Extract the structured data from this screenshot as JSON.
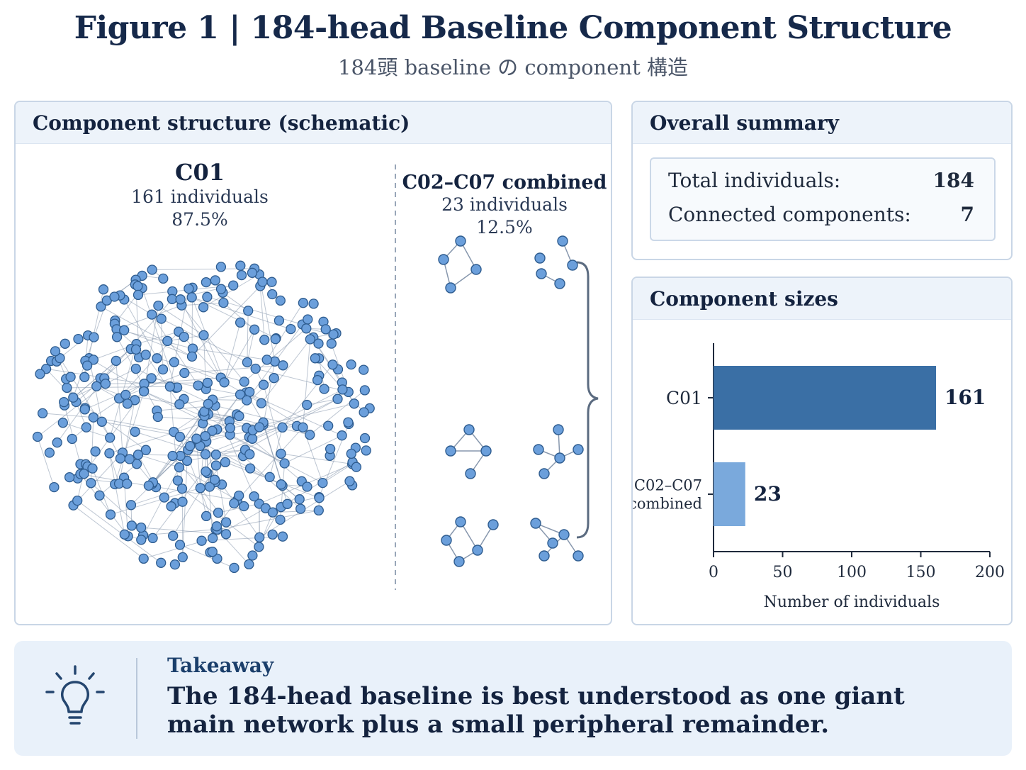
{
  "figure": {
    "title": "Figure 1 | 184-head Baseline Component Structure",
    "subtitle": "184頭 baseline の component 構造"
  },
  "structure_panel": {
    "heading": "Component structure (schematic)",
    "main": {
      "name": "C01",
      "count_text": "161 individuals",
      "pct_text": "87.5%"
    },
    "rest": {
      "name": "C02–C07 combined",
      "count_text": "23 individuals",
      "pct_text": "12.5%"
    }
  },
  "summary_panel": {
    "heading": "Overall summary",
    "rows": [
      {
        "label": "Total individuals:",
        "value": "184"
      },
      {
        "label": "Connected components:",
        "value": "7"
      }
    ]
  },
  "sizes_panel": {
    "heading": "Component sizes"
  },
  "chart_data": {
    "type": "bar",
    "orientation": "horizontal",
    "categories": [
      "C01",
      "C02–C07 combined"
    ],
    "values": [
      161,
      23
    ],
    "colors": [
      "#3a6fa5",
      "#7aa9dc"
    ],
    "title": "Component sizes",
    "xlabel": "Number of individuals",
    "ylabel": "",
    "xlim": [
      0,
      200
    ],
    "xticks": [
      0,
      50,
      100,
      150,
      200
    ],
    "grid": false
  },
  "takeaway": {
    "label": "Takeaway",
    "text": "The 184-head baseline is best understood as one giant main network plus a small peripheral remainder."
  },
  "colors": {
    "node_fill": "#6b9fdb",
    "node_stroke": "#2e5c8f",
    "edge": "#8797ad",
    "accent": "#16294a"
  },
  "icons": {
    "takeaway": "lightbulb-icon"
  }
}
